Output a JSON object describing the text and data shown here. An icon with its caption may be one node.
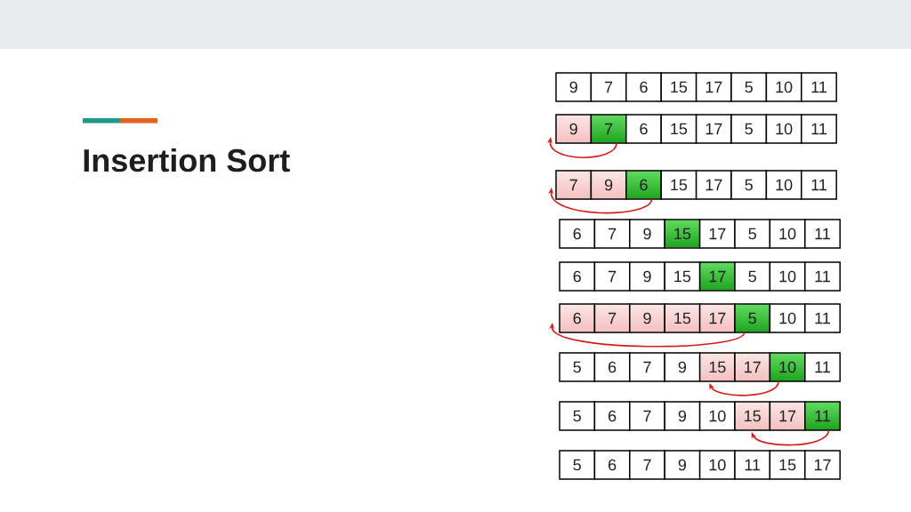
{
  "diagram": {
    "title": "Insertion Sort",
    "nodes": [
      {
        "text": [
          "9"
        ]
      },
      {
        "text": [
          "7"
        ]
      },
      {
        "text": [
          "6"
        ]
      },
      {
        "text": [
          "15"
        ]
      },
      {
        "text": [
          "17"
        ]
      },
      {
        "text": [
          "5"
        ]
      },
      {
        "text": [
          "10"
        ]
      },
      {
        "text": [
          "11"
        ]
      },
      {
        "text": [
          "9"
        ]
      },
      {
        "text": [
          "7"
        ]
      },
      {
        "text": [
          "6"
        ]
      },
      {
        "text": [
          "15"
        ]
      },
      {
        "text": [
          "17"
        ]
      },
      {
        "text": [
          "5"
        ]
      },
      {
        "text": [
          "10"
        ]
      },
      {
        "text": [
          "11"
        ]
      },
      {
        "text": [
          "7"
        ]
      },
      {
        "text": [
          "9"
        ]
      },
      {
        "text": [
          "6"
        ]
      },
      {
        "text": [
          "15"
        ]
      },
      {
        "text": [
          "17"
        ]
      },
      {
        "text": [
          "5"
        ]
      },
      {
        "text": [
          "10"
        ]
      },
      {
        "text": [
          "11"
        ]
      },
      {
        "text": [
          "6"
        ]
      },
      {
        "text": [
          "7"
        ]
      },
      {
        "text": [
          "9"
        ]
      },
      {
        "text": [
          "15"
        ]
      },
      {
        "text": [
          "17"
        ]
      },
      {
        "text": [
          "5"
        ]
      },
      {
        "text": [
          "10"
        ]
      },
      {
        "text": [
          "11"
        ]
      },
      {
        "text": [
          "6"
        ]
      },
      {
        "text": [
          "7"
        ]
      },
      {
        "text": [
          "9"
        ]
      },
      {
        "text": [
          "15"
        ]
      },
      {
        "text": [
          "17"
        ]
      },
      {
        "text": [
          "5"
        ]
      },
      {
        "text": [
          "10"
        ]
      },
      {
        "text": [
          "11"
        ]
      },
      {
        "text": [
          "6"
        ]
      },
      {
        "text": [
          "7"
        ]
      },
      {
        "text": [
          "9"
        ]
      },
      {
        "text": [
          "15"
        ]
      },
      {
        "text": [
          "17"
        ]
      },
      {
        "text": [
          "5"
        ]
      },
      {
        "text": [
          "10"
        ]
      },
      {
        "text": [
          "11"
        ]
      },
      {
        "text": [
          "5"
        ]
      },
      {
        "text": [
          "6"
        ]
      },
      {
        "text": [
          "7"
        ]
      },
      {
        "text": [
          "9"
        ]
      },
      {
        "text": [
          "15"
        ]
      },
      {
        "text": [
          "17"
        ]
      },
      {
        "text": [
          "10"
        ]
      },
      {
        "text": [
          "11"
        ]
      },
      {
        "text": [
          "5"
        ]
      },
      {
        "text": [
          "6"
        ]
      },
      {
        "text": [
          "7"
        ]
      },
      {
        "text": [
          "9"
        ]
      },
      {
        "text": [
          "10"
        ]
      },
      {
        "text": [
          "15"
        ]
      },
      {
        "text": [
          "17"
        ]
      },
      {
        "text": [
          "11"
        ]
      },
      {
        "text": [
          "5"
        ]
      },
      {
        "text": [
          "6"
        ]
      },
      {
        "text": [
          "7"
        ]
      },
      {
        "text": [
          "9"
        ]
      },
      {
        "text": [
          "10"
        ]
      },
      {
        "text": [
          "11"
        ]
      },
      {
        "text": [
          "15"
        ]
      },
      {
        "text": [
          "17"
        ]
      }
    ],
    "edges": [
      {
        "from": 9,
        "to": 8,
        "arrow": "to"
      },
      {
        "from": 18,
        "to": 16,
        "arrow": "to"
      },
      {
        "from": 45,
        "to": 40,
        "arrow": "to"
      },
      {
        "from": 54,
        "to": 52,
        "arrow": "to"
      },
      {
        "from": 63,
        "to": 61,
        "arrow": "to"
      }
    ]
  }
}
